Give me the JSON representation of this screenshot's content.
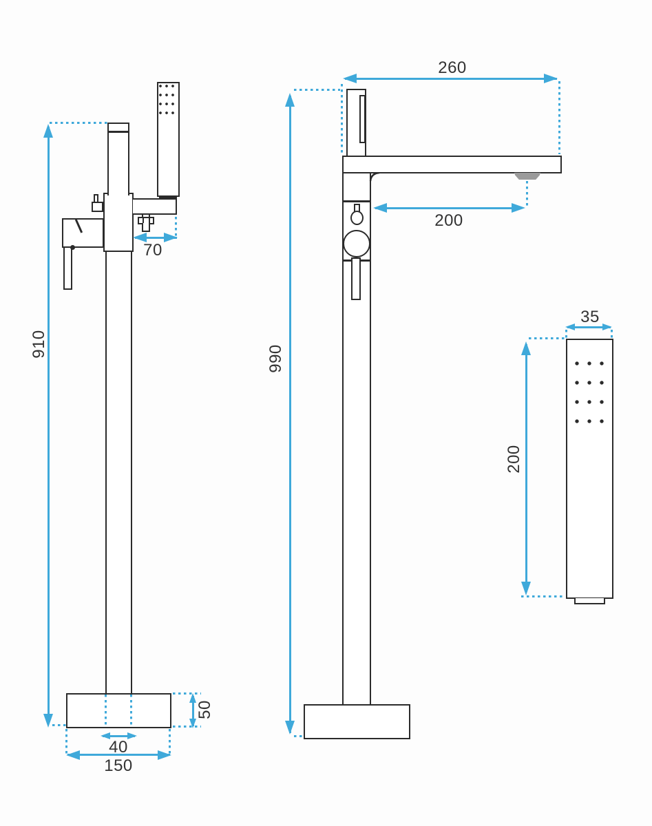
{
  "views": {
    "side": {
      "dims": {
        "height": "910",
        "shower_offset": "70",
        "base_height": "50",
        "column_width": "40",
        "base_width": "150"
      }
    },
    "front": {
      "dims": {
        "height": "990",
        "top_width": "260",
        "spout_reach": "200"
      }
    },
    "hand_shower": {
      "dims": {
        "width": "35",
        "length": "200"
      }
    }
  },
  "style": {
    "dimension_color": "#3fa9da",
    "outline_color": "#2b2b2b",
    "label_color": "#333333",
    "background_color": "#fdfdfd"
  }
}
